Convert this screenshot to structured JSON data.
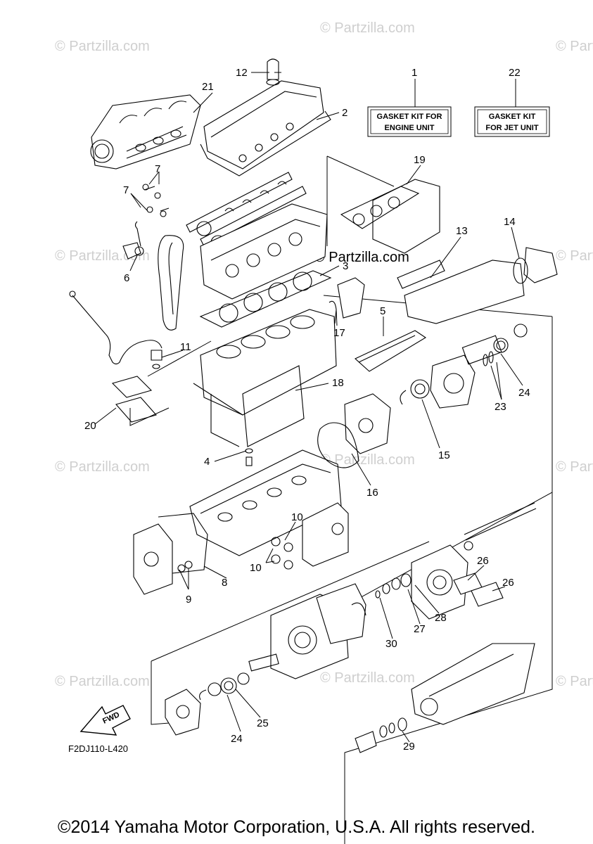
{
  "watermark": "© Partzilla.com",
  "center_watermark": "© Partzilla.com",
  "kit_boxes": [
    {
      "number": "1",
      "line1": "GASKET KIT FOR",
      "line2": "ENGINE UNIT"
    },
    {
      "number": "22",
      "line1": "GASKET KIT",
      "line2": "FOR JET UNIT"
    }
  ],
  "callouts": [
    "1",
    "2",
    "3",
    "4",
    "5",
    "6",
    "7",
    "7",
    "8",
    "9",
    "10",
    "10",
    "11",
    "12",
    "13",
    "14",
    "15",
    "16",
    "17",
    "18",
    "19",
    "20",
    "21",
    "22",
    "23",
    "24",
    "24",
    "25",
    "26",
    "26",
    "27",
    "28",
    "29",
    "30"
  ],
  "fwd_label": "FWD",
  "diagram_code": "F2DJ110-L420",
  "copyright": "©2014 Yamaha Motor Corporation, U.S.A. All rights reserved."
}
